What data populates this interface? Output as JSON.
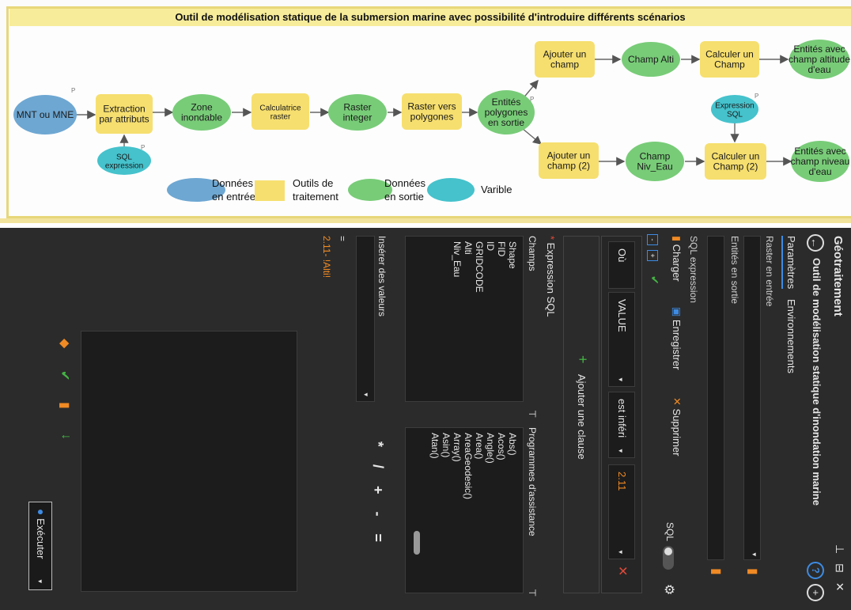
{
  "model": {
    "title": "Outil de modélisation statique de la submersion marine avec possibilité d'introduire différents scénarios",
    "nodes": {
      "mnt": "MNT ou MNE",
      "extraction": [
        "Extraction",
        "par attributs"
      ],
      "sql_expr": [
        "SQL",
        "expression"
      ],
      "zone": [
        "Zone",
        "inondable"
      ],
      "calc_raster": [
        "Calculatrice",
        "raster"
      ],
      "raster_int": [
        "Raster",
        "integer"
      ],
      "raster_poly": [
        "Raster vers",
        "polygones"
      ],
      "entites": [
        "Entités",
        "polygones",
        "en sortie"
      ],
      "ajouter1": [
        "Ajouter un",
        "champ"
      ],
      "champ_alti": "Champ Alti",
      "calc_champ1": [
        "Calculer un",
        "Champ"
      ],
      "sortie_alt": [
        "Entités avec",
        "champ altitude",
        "d'eau"
      ],
      "expr_sql2": [
        "Expression",
        "SQL"
      ],
      "ajouter2": [
        "Ajouter un",
        "champ (2)"
      ],
      "champ_niv": [
        "Champ",
        "Niv_Eau"
      ],
      "calc_champ2": [
        "Calculer un",
        "Champ (2)"
      ],
      "sortie_niv": [
        "Entités avec",
        "champ niveau",
        "d'eau"
      ],
      "p_marker": "P"
    },
    "legend": {
      "input": [
        "Données",
        "en entrée"
      ],
      "tools": [
        "Outils de",
        "traitement"
      ],
      "output": [
        "Données",
        "en sortie"
      ],
      "variable": "Varible"
    },
    "colors": {
      "input": "#6ea7d2",
      "tool": "#f6df6f",
      "output": "#78cc78",
      "variable": "#45c2cc"
    }
  },
  "gp": {
    "panel_title": "Géotraitement",
    "tool_title": "Outil de modélisation  statique d'inondation marine",
    "tabs": [
      "Paramètres",
      "Environnements"
    ],
    "params": {
      "raster_entree": "Raster en entrée",
      "entites_sortie": "Entités en sortie",
      "sql_expression": "SQL expression"
    },
    "actions": {
      "charger": "Charger",
      "enregistrer": "Enregistrer",
      "supprimer": "Supprimer"
    },
    "sql_toggle": "SQL",
    "clause": {
      "where": "Où",
      "field": "VALUE",
      "operator": "est inféri",
      "value": "2.11"
    },
    "add_clause": "Ajouter une clause",
    "expression_label": "Expression SQL",
    "champs_label": "Champs",
    "fields": [
      "Shape",
      "FID",
      "ID",
      "GRIDCODE",
      "Alti",
      "Niv_Eau"
    ],
    "helpers_label": "Programmes d'assistance",
    "helpers": [
      "Abs()",
      "Acos()",
      "Angle()",
      "Area()",
      "AreaGeodesic()",
      "Array()",
      "Asin()",
      "Atan()"
    ],
    "insert_values": "Insérer des valeurs",
    "operators": [
      "*",
      "/",
      "+",
      "-",
      "="
    ],
    "eq_symbol": "=",
    "expression_value": "2.11- !Alti!",
    "run": "Exécuter"
  }
}
